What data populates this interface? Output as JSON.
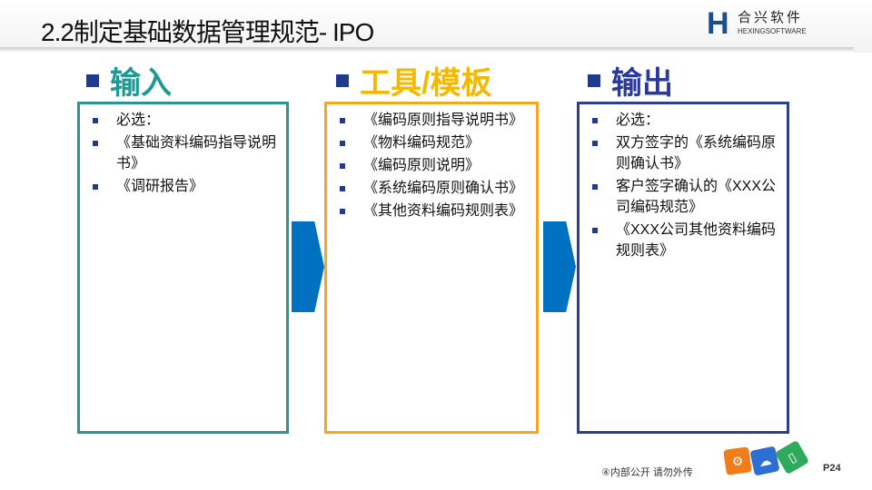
{
  "title": "2.2制定基础数据管理规范- IPO",
  "logo": {
    "cn": "合兴软件",
    "en": "HEXINGSOFTWARE"
  },
  "columns": [
    {
      "heading": "输入",
      "color": "#1e9a96",
      "border": "#2a9494",
      "items": [
        "必选：",
        "《基础资料编码指导说明书》",
        "《调研报告》"
      ]
    },
    {
      "heading": "工具/模板",
      "color": "#f5b800",
      "border": "#f5a623",
      "items": [
        "《编码原则指导说明书》",
        "《物料编码规范》",
        "《编码原则说明》",
        "《系统编码原则确认书》",
        "《其他资料编码规则表》"
      ]
    },
    {
      "heading": "输出",
      "color": "#2a3a9a",
      "border": "#2f3f8f",
      "items": [
        "必选：",
        "双方签字的《系统编码原则确认书》",
        "客户签字确认的《XXX公司编码规范》",
        "《XXX公司其他资料编码规则表》"
      ]
    }
  ],
  "footer": {
    "notice": "④内部公开 请勿外传",
    "page": "P24"
  }
}
